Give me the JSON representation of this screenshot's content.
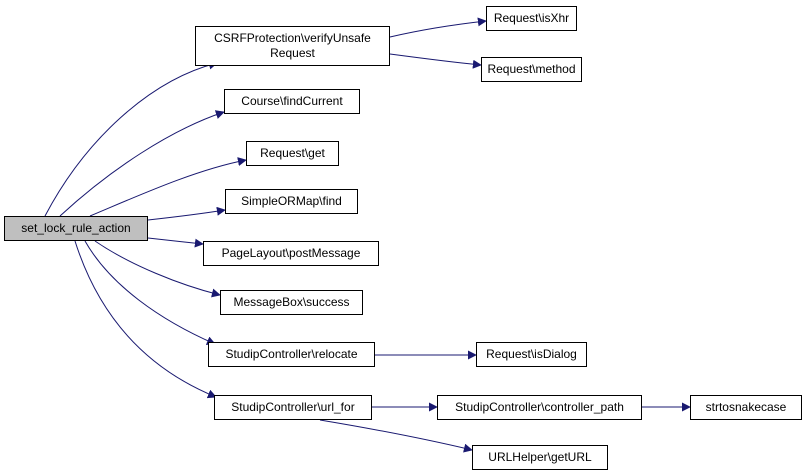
{
  "diagram": {
    "type": "call-graph",
    "edge_color": "#191970",
    "root_fill": "#bfbfbf",
    "nodes": {
      "root": {
        "label": "set_lock_rule_action"
      },
      "csrf_verify": {
        "line1": "CSRFProtection\\verifyUnsafe",
        "line2": "Request"
      },
      "course_find_current": {
        "label": "Course\\findCurrent"
      },
      "request_get": {
        "label": "Request\\get"
      },
      "simpleormap_find": {
        "label": "SimpleORMap\\find"
      },
      "pagelayout_postmessage": {
        "label": "PageLayout\\postMessage"
      },
      "messagebox_success": {
        "label": "MessageBox\\success"
      },
      "studipcontroller_relocate": {
        "label": "StudipController\\relocate"
      },
      "studipcontroller_url_for": {
        "label": "StudipController\\url_for"
      },
      "request_isxhr": {
        "label": "Request\\isXhr"
      },
      "request_method": {
        "label": "Request\\method"
      },
      "request_isdialog": {
        "label": "Request\\isDialog"
      },
      "studipcontroller_controller_path": {
        "label": "StudipController\\controller_path"
      },
      "urlhelper_geturl": {
        "label": "URLHelper\\getURL"
      },
      "strtosnakecase": {
        "label": "strtosnakecase"
      }
    }
  }
}
